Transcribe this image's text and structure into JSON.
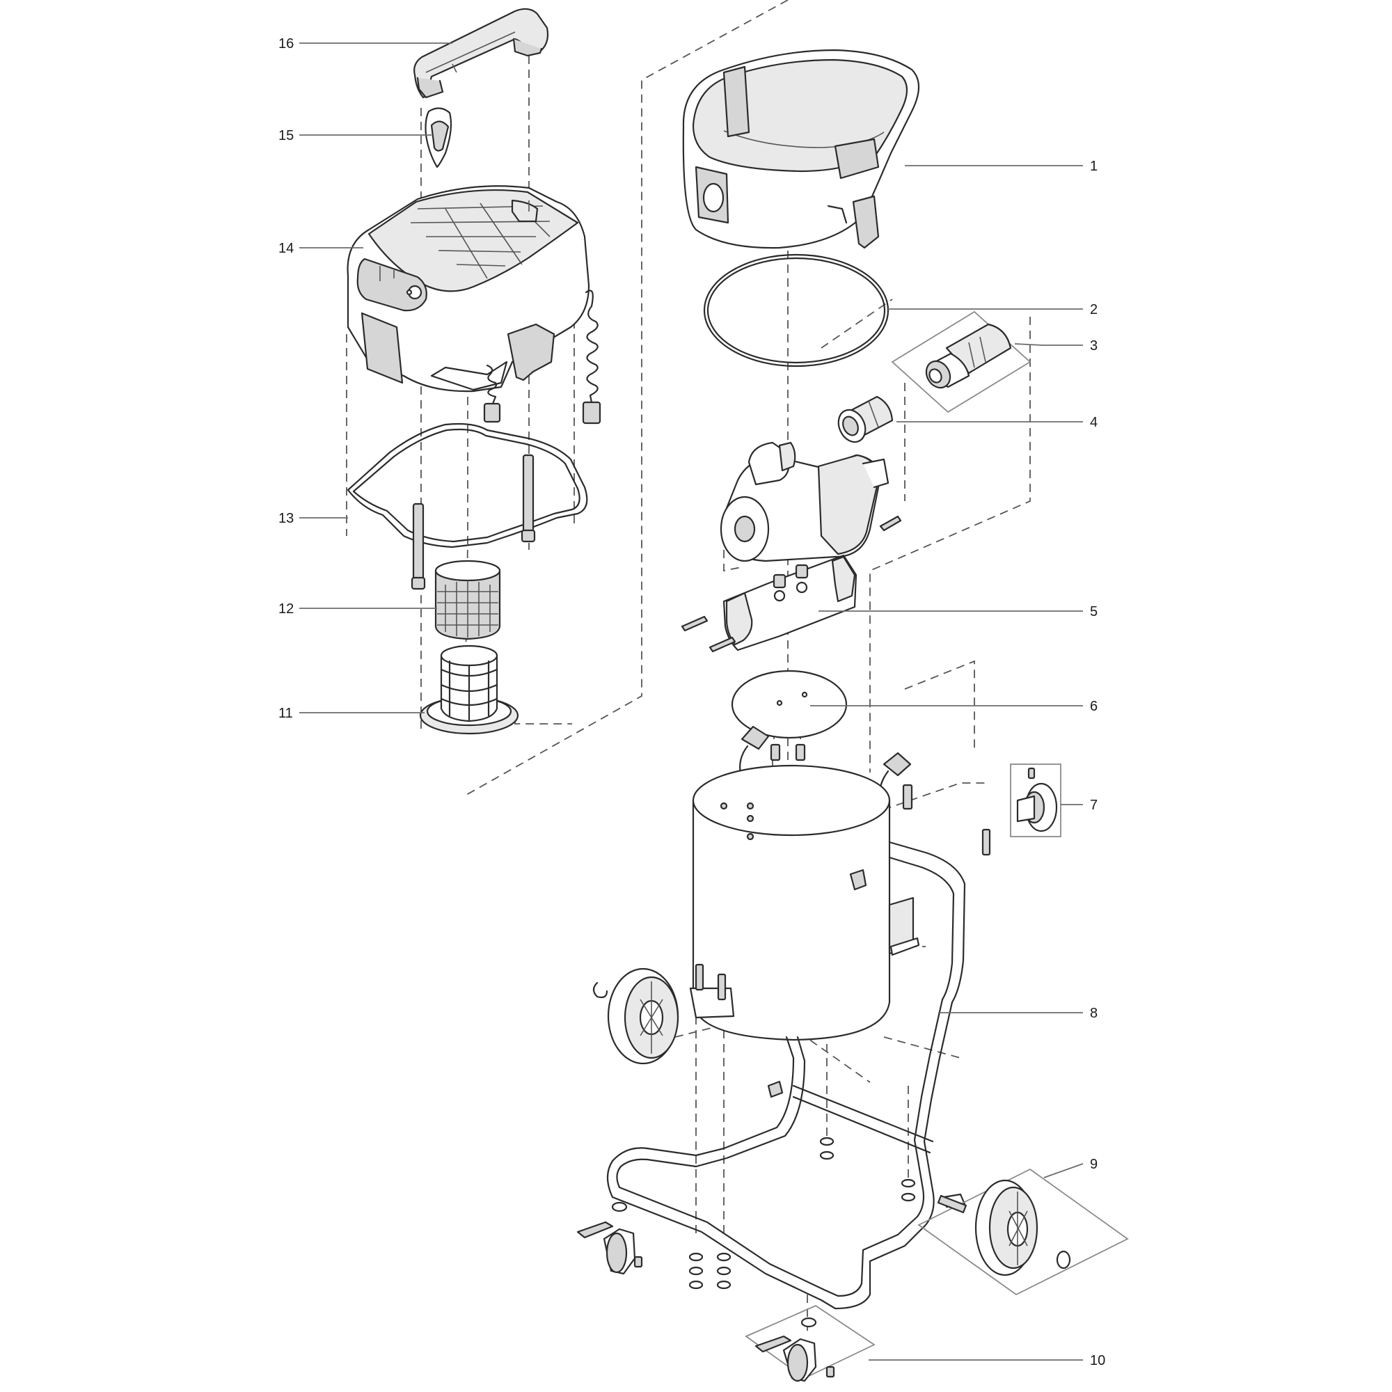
{
  "callouts": [
    {
      "id": "16",
      "text": "16"
    },
    {
      "id": "15",
      "text": "15"
    },
    {
      "id": "14",
      "text": "14"
    },
    {
      "id": "13",
      "text": "13"
    },
    {
      "id": "12",
      "text": "12"
    },
    {
      "id": "11",
      "text": "11"
    },
    {
      "id": "1",
      "text": "1"
    },
    {
      "id": "2",
      "text": "2"
    },
    {
      "id": "3",
      "text": "3"
    },
    {
      "id": "4",
      "text": "4"
    },
    {
      "id": "5",
      "text": "5"
    },
    {
      "id": "6",
      "text": "6"
    },
    {
      "id": "7",
      "text": "7"
    },
    {
      "id": "8",
      "text": "8"
    },
    {
      "id": "9",
      "text": "9"
    },
    {
      "id": "10",
      "text": "10"
    }
  ]
}
